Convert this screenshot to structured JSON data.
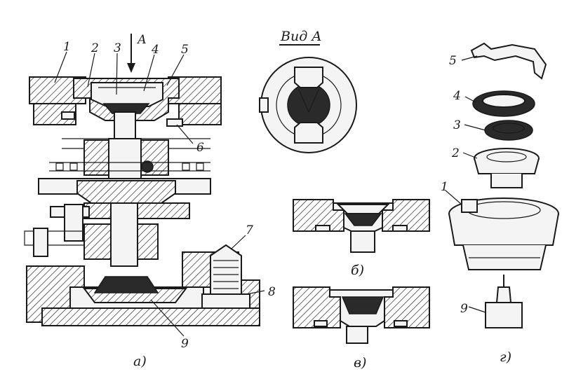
{
  "view_title": "Вид А",
  "arrow_label": "А",
  "labels": {
    "a_1": "1",
    "a_2": "2",
    "a_3": "3",
    "a_4": "4",
    "a_5": "5",
    "a_6": "6",
    "a_7": "7",
    "a_8": "8",
    "a_9": "9",
    "g_5": "5",
    "g_4": "4",
    "g_3": "3",
    "g_2": "2",
    "g_1": "1",
    "g_9": "9"
  },
  "captions": {
    "a": "а)",
    "b": "б)",
    "v": "в)",
    "g": "г)"
  },
  "colors": {
    "ink": "#1a1a1a",
    "paper": "#ffffff"
  }
}
